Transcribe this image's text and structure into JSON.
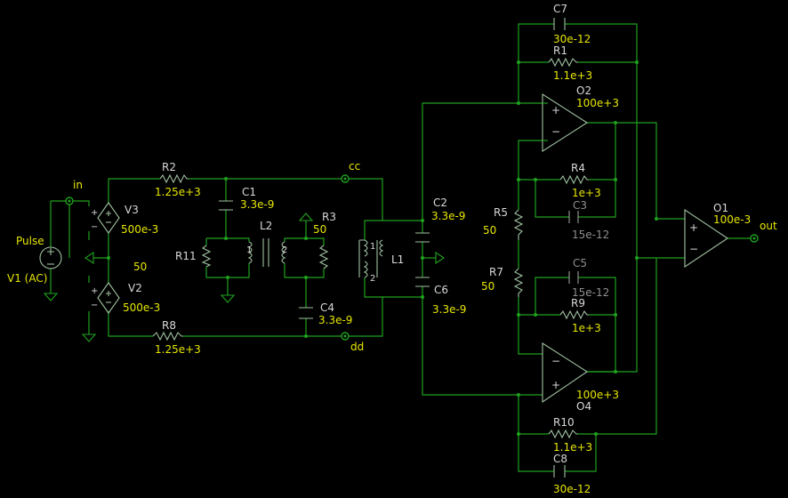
{
  "nets": {
    "in": "in",
    "cc": "cc",
    "dd": "dd",
    "out": "out"
  },
  "source": {
    "ref": "V1 (AC)",
    "label": "Pulse"
  },
  "components": {
    "V2": {
      "ref": "V2",
      "value": "500e-3"
    },
    "V3": {
      "ref": "V3",
      "value": "500e-3"
    },
    "gain_value": "50",
    "R2": {
      "ref": "R2",
      "value": "1.25e+3"
    },
    "R8": {
      "ref": "R8",
      "value": "1.25e+3"
    },
    "C1": {
      "ref": "C1",
      "value": "3.3e-9"
    },
    "C4": {
      "ref": "C4",
      "value": "3.3e-9"
    },
    "R11": {
      "ref": "R11"
    },
    "L2": {
      "ref": "L2",
      "pin1": "1",
      "pin2": "2"
    },
    "R3": {
      "ref": "R3",
      "value": "50"
    },
    "L1": {
      "ref": "L1",
      "pin1": "1",
      "pin2": "2"
    },
    "C2": {
      "ref": "C2",
      "value": "3.3e-9"
    },
    "C6": {
      "ref": "C6",
      "value": "3.3e-9"
    },
    "R5": {
      "ref": "R5",
      "value": "50"
    },
    "R7": {
      "ref": "R7",
      "value": "50"
    },
    "C7": {
      "ref": "C7",
      "value": "30e-12"
    },
    "R1": {
      "ref": "R1",
      "value": "1.1e+3"
    },
    "O2": {
      "ref": "O2",
      "value": "100e+3"
    },
    "R4": {
      "ref": "R4",
      "value": "1e+3"
    },
    "C3": {
      "ref": "C3",
      "value": "15e-12"
    },
    "C5": {
      "ref": "C5",
      "value": "15e-12"
    },
    "R9": {
      "ref": "R9",
      "value": "1e+3"
    },
    "O4": {
      "ref": "O4",
      "value": "100e+3"
    },
    "R10": {
      "ref": "R10",
      "value": "1.1e+3"
    },
    "C8": {
      "ref": "C8",
      "value": "30e-12"
    },
    "O1": {
      "ref": "O1",
      "value": "100e-3"
    }
  },
  "symbols": {
    "plus": "+",
    "minus": "−"
  }
}
